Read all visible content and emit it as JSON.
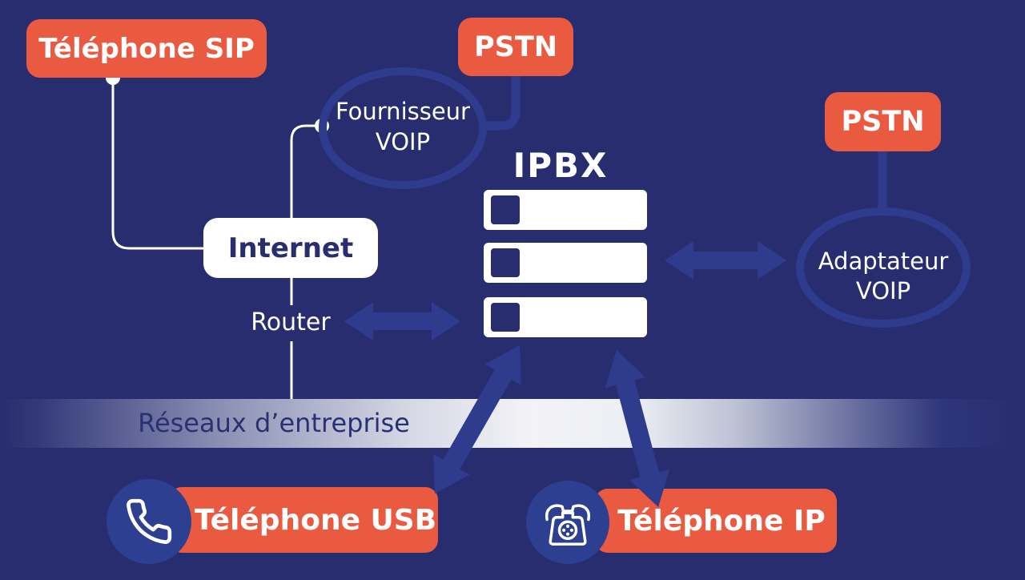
{
  "colors": {
    "background": "#272d6e",
    "accent_orange": "#ea5a40",
    "line_blue": "#2f3b8d",
    "circle_blue": "#2d3f90",
    "white": "#ffffff",
    "navy_text": "#272d6e"
  },
  "nodes": {
    "telephone_sip": {
      "label": "Téléphone SIP"
    },
    "pstn_top": {
      "label": "PSTN"
    },
    "fournisseur_voip": {
      "line1": "Fournisseur",
      "line2": "VOIP"
    },
    "internet": {
      "label": "Internet"
    },
    "router": {
      "label": "Router"
    },
    "ipbx": {
      "label": "IPBX"
    },
    "pstn_right": {
      "label": "PSTN"
    },
    "adaptateur_voip": {
      "line1": "Adaptateur",
      "line2": "VOIP"
    },
    "enterprise_network": {
      "label": "Réseaux d’entreprise"
    },
    "telephone_usb": {
      "label": "Téléphone USB"
    },
    "telephone_ip": {
      "label": "Téléphone IP"
    }
  },
  "icons": {
    "telephone_usb": "handset-icon",
    "telephone_ip": "rotary-phone-icon",
    "ipbx": "server-stack-icon"
  }
}
